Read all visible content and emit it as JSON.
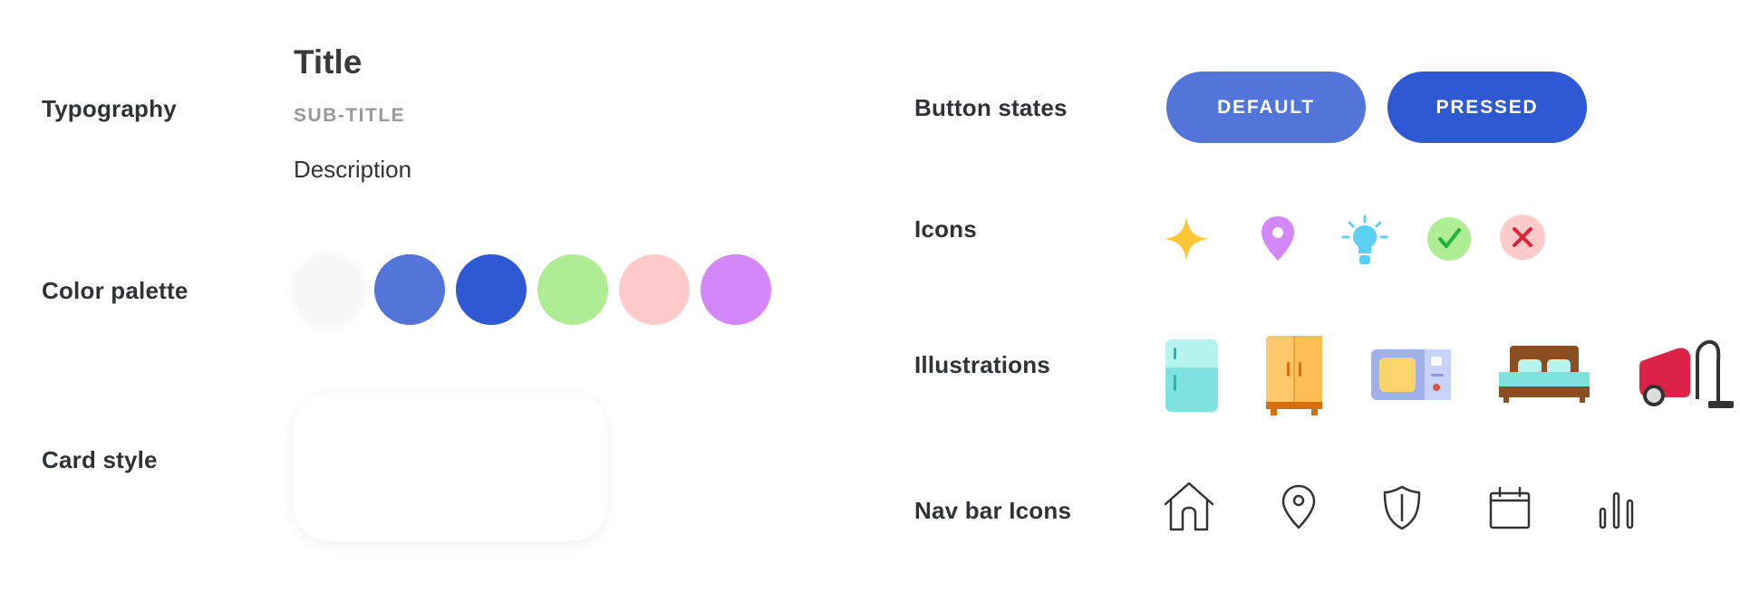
{
  "sections": {
    "typography": "Typography",
    "color_palette": "Color palette",
    "card_style": "Card style",
    "button_states": "Button states",
    "icons": "Icons",
    "illustrations": "Illustrations",
    "nav_bar_icons": "Nav bar Icons"
  },
  "typography": {
    "title": "Title",
    "subtitle": "SUB-TITLE",
    "description": "Description"
  },
  "palette": [
    "#f7f7f7",
    "#5375da",
    "#2f58d4",
    "#aeed94",
    "#ffcaca",
    "#d487f9"
  ],
  "buttons": {
    "default_label": "DEFAULT",
    "pressed_label": "PRESSED",
    "default_color": "#5375da",
    "pressed_color": "#2f58d4"
  },
  "icons": [
    "star-icon",
    "location-pin-icon",
    "lightbulb-icon",
    "check-icon",
    "close-icon"
  ],
  "illustrations": [
    "fridge-illustration",
    "wardrobe-illustration",
    "microwave-illustration",
    "bed-illustration",
    "vacuum-cleaner-illustration"
  ],
  "nav_icons": [
    "home-icon",
    "map-pin-icon",
    "shield-icon",
    "calendar-icon",
    "stats-icon"
  ]
}
